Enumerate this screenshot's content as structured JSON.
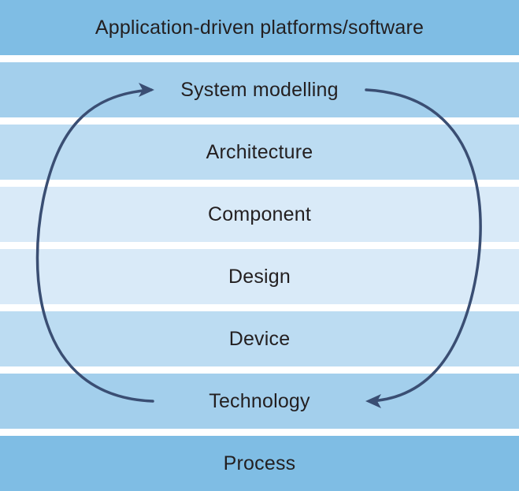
{
  "layers": [
    {
      "label": "Application-driven platforms/software",
      "color": "#7fbde4"
    },
    {
      "label": "System modelling",
      "color": "#a3cfec"
    },
    {
      "label": "Architecture",
      "color": "#bcdcf2"
    },
    {
      "label": "Component",
      "color": "#d9eaf8"
    },
    {
      "label": "Design",
      "color": "#d9eaf8"
    },
    {
      "label": "Device",
      "color": "#bcdcf2"
    },
    {
      "label": "Technology",
      "color": "#a3cfec"
    },
    {
      "label": "Process",
      "color": "#7fbde4"
    }
  ],
  "arrow_color": "#3a4e73"
}
